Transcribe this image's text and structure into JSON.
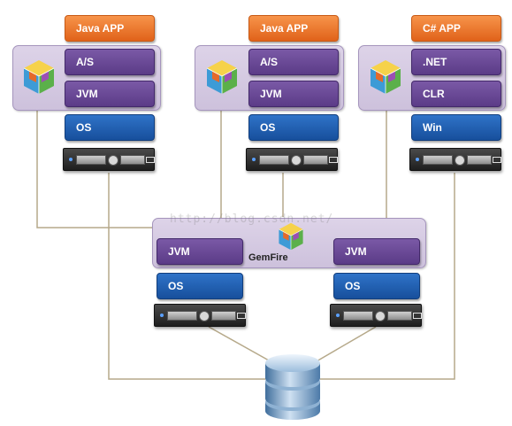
{
  "stacks": [
    {
      "app": "Java APP",
      "layer1": "A/S",
      "layer2": "JVM",
      "os": "OS"
    },
    {
      "app": "Java APP",
      "layer1": "A/S",
      "layer2": "JVM",
      "os": "OS"
    },
    {
      "app": "C# APP",
      "layer1": ".NET",
      "layer2": "CLR",
      "os": "Win"
    }
  ],
  "gemfire": {
    "label": "GemFire",
    "nodes": [
      {
        "layer": "JVM",
        "os": "OS"
      },
      {
        "layer": "JVM",
        "os": "OS"
      }
    ]
  },
  "watermark": "http://blog.csdn.net/",
  "icons": {
    "cube": "gemfire-cube-icon",
    "server": "server-icon",
    "database": "database-icon"
  },
  "colors": {
    "app": "#e8712a",
    "purple": "#6a4a96",
    "blue": "#1f5fb0",
    "group": "#d5cae3",
    "connector": "#b6a98a"
  }
}
